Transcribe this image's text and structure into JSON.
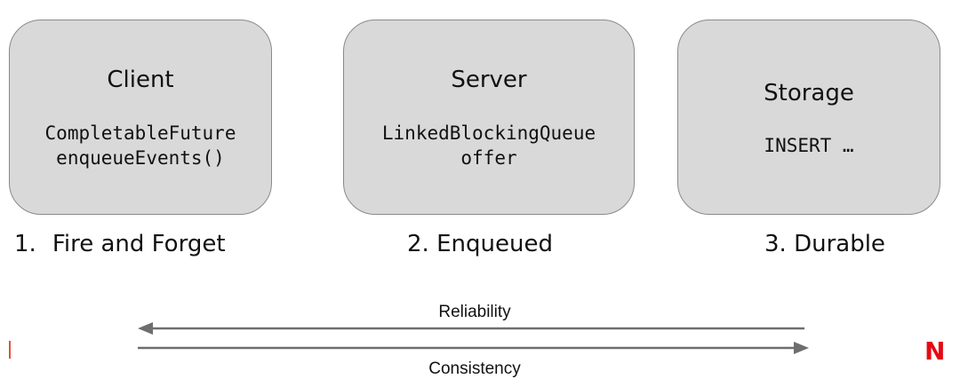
{
  "boxes": {
    "client": {
      "title": "Client",
      "code": [
        "CompletableFuture",
        "enqueueEvents()"
      ]
    },
    "server": {
      "title": "Server",
      "code": [
        "LinkedBlockingQueue",
        "offer"
      ]
    },
    "storage": {
      "title": "Storage",
      "code": [
        "INSERT …"
      ]
    }
  },
  "stages": [
    {
      "number": "1.",
      "label": "Fire and Forget"
    },
    {
      "number": "2.",
      "label": "Enqueued"
    },
    {
      "number": "3.",
      "label": "Durable"
    }
  ],
  "axes": {
    "top": "Reliability",
    "bottom": "Consistency"
  },
  "logo": {
    "text": "N",
    "color": "#e50914"
  },
  "colors": {
    "box_fill": "#d9d9d9",
    "box_border": "#8a8a8a",
    "arrow": "#6e6e6e"
  }
}
